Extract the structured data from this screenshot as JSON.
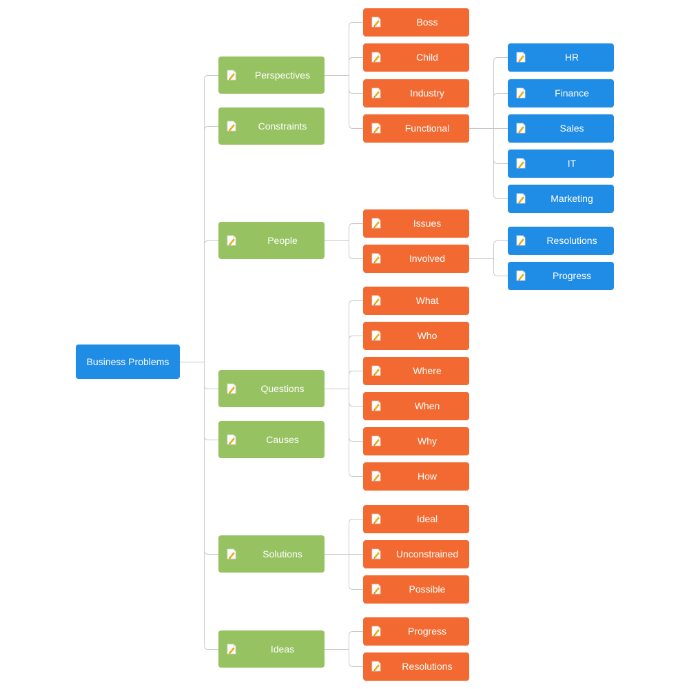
{
  "colors": {
    "root": "#1f8ce6",
    "level1": "#96c262",
    "level2": "#f26a31",
    "level3": "#1f8ce6",
    "connector": "#c8c8c8",
    "text": "#ffffff"
  },
  "icon": "note-icon",
  "root": {
    "label": "Business Problems",
    "children": [
      {
        "label": "Perspectives",
        "children": [
          {
            "label": "Boss"
          },
          {
            "label": "Child"
          },
          {
            "label": "Industry"
          },
          {
            "label": "Functional",
            "children": [
              {
                "label": "HR"
              },
              {
                "label": "Finance"
              },
              {
                "label": "Sales"
              },
              {
                "label": "IT"
              },
              {
                "label": "Marketing"
              }
            ]
          }
        ]
      },
      {
        "label": "Constraints"
      },
      {
        "label": "People",
        "children": [
          {
            "label": "Issues"
          },
          {
            "label": "Involved",
            "children": [
              {
                "label": "Resolutions"
              },
              {
                "label": "Progress"
              }
            ]
          }
        ]
      },
      {
        "label": "Questions",
        "children": [
          {
            "label": "What"
          },
          {
            "label": "Who"
          },
          {
            "label": "Where"
          },
          {
            "label": "When"
          },
          {
            "label": "Why"
          },
          {
            "label": "How"
          }
        ]
      },
      {
        "label": "Causes"
      },
      {
        "label": "Solutions",
        "children": [
          {
            "label": "Ideal"
          },
          {
            "label": "Unconstrained"
          },
          {
            "label": "Possible"
          }
        ]
      },
      {
        "label": "Ideas",
        "children": [
          {
            "label": "Progress"
          },
          {
            "label": "Resolutions"
          }
        ]
      }
    ]
  }
}
